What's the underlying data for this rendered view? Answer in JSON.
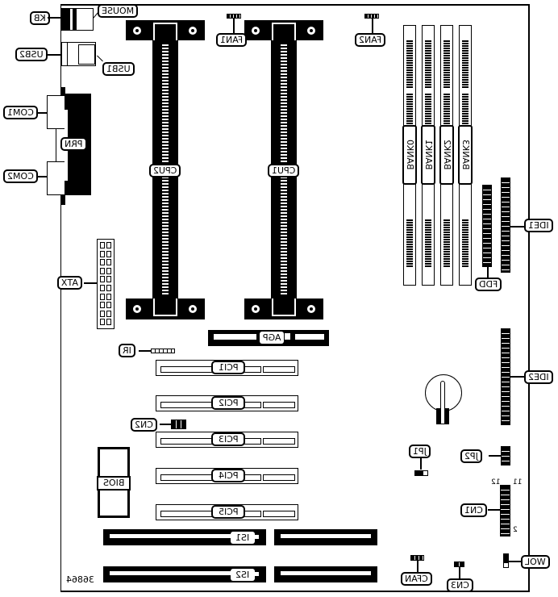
{
  "diagram": {
    "title": "Motherboard layout (mirrored)",
    "part_number": "36864",
    "colors": {
      "ink": "#000000",
      "paper": "#ffffff"
    }
  },
  "labels": {
    "kb": "KB",
    "mouse": "MOUSE",
    "usb1": "USB1",
    "usb2": "USB2",
    "com1": "COM1",
    "com2": "COM2",
    "prn": "PRN",
    "atx": "ATX",
    "cpu1": "CPU1",
    "cpu2": "CPU2",
    "fan1": "FAN1",
    "fan2": "FAN2",
    "bank0": "BANK0",
    "bank1": "BANK1",
    "bank2": "BANK2",
    "bank3": "BANK3",
    "ide1": "IDE1",
    "ide2": "IDE2",
    "fdd": "FDD",
    "agp": "AGP",
    "ir": "IR",
    "pci1": "PCI1",
    "pci2": "PCI2",
    "pci3": "PCI3",
    "pci4": "PCI4",
    "pci5": "PCI5",
    "cn1": "CN1",
    "cn2": "CN2",
    "cn3": "CN3",
    "jp1": "JP1",
    "jp2": "JP2",
    "bios": "BIOS",
    "is1": "IS1",
    "is2": "IS2",
    "cfan": "CFAN",
    "wol": "WOL"
  },
  "pin_numbers": {
    "cn1_top_left": "12",
    "cn1_top_right": "11",
    "cn1_bottom": "2"
  },
  "icons": {
    "screw": "mounting-hole-icon",
    "battery": "battery-icon"
  }
}
